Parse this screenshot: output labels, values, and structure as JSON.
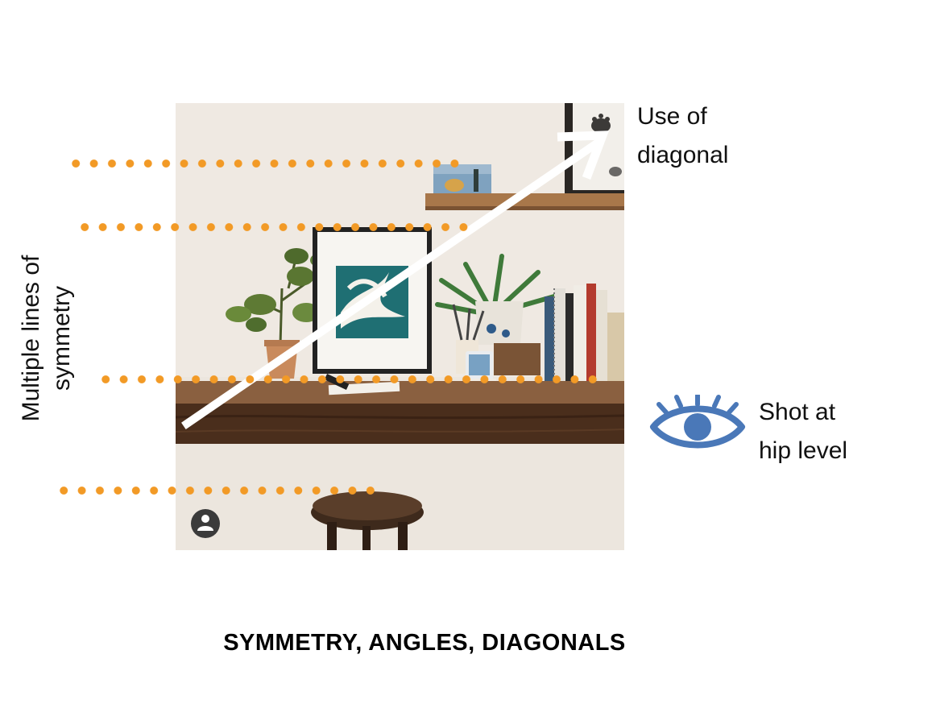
{
  "annotations": {
    "symmetry_label_lines": [
      "Multiple lines of",
      "symmetry"
    ],
    "diagonal_label_lines": [
      "Use of",
      "diagonal"
    ],
    "hip_label_lines": [
      "Shot at",
      "hip level"
    ]
  },
  "caption": "SYMMETRY, ANGLES, DIAGONALS",
  "colors": {
    "dot_accent": "#f29a26",
    "eye_icon": "#4a78b8",
    "arrow": "#ffffff"
  },
  "icons": {
    "eye": "eye-icon",
    "avatar": "user-avatar-icon",
    "arrow": "diagonal-arrow-icon"
  }
}
